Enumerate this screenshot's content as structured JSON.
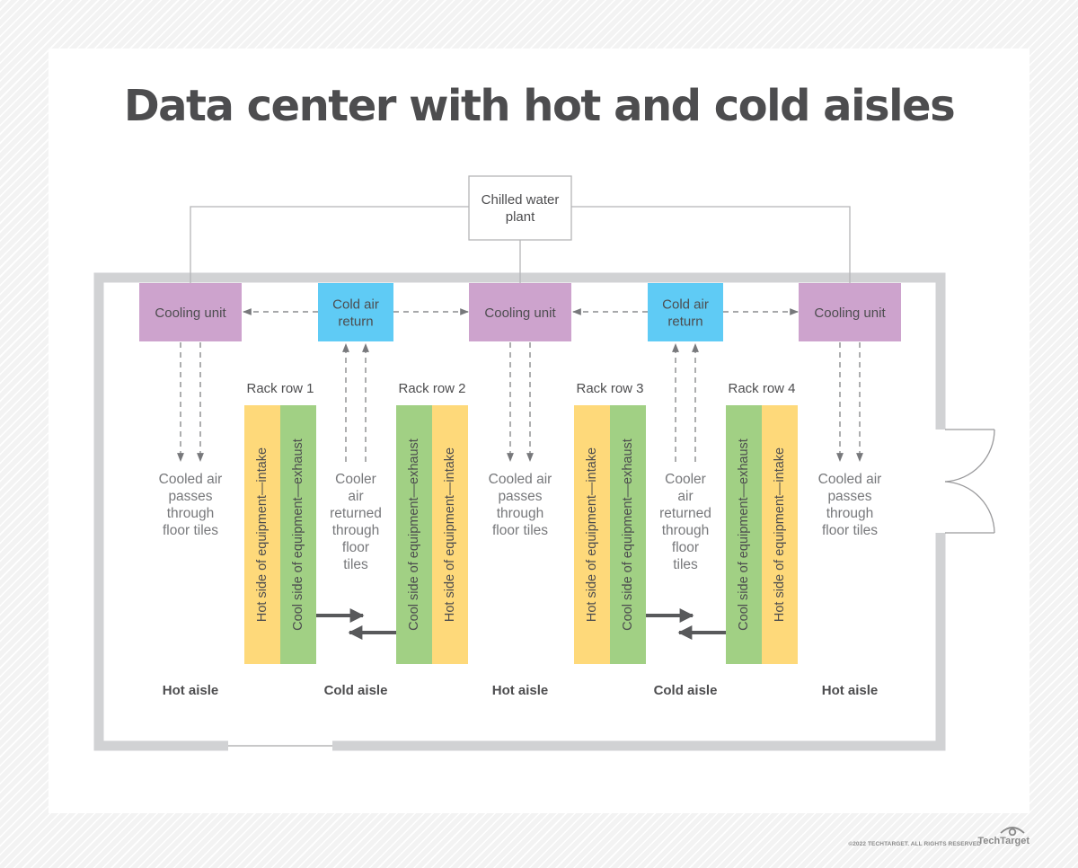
{
  "title": "Data center with hot and cold aisles",
  "colors": {
    "cooling_unit": "#cda3cd",
    "cold_air_return": "#5fcbf5",
    "hot_side": "#fed97a",
    "cool_side": "#a1d084",
    "wall": "#d1d2d4",
    "text": "#4d4d4f",
    "note_text": "#77787b"
  },
  "chilled_water_plant": {
    "lines": [
      "Chilled water",
      "plant"
    ]
  },
  "top_units": [
    {
      "type": "cooling_unit",
      "lines": [
        "Cooling unit"
      ]
    },
    {
      "type": "cold_air_return",
      "lines": [
        "Cold air",
        "return"
      ]
    },
    {
      "type": "cooling_unit",
      "lines": [
        "Cooling unit"
      ]
    },
    {
      "type": "cold_air_return",
      "lines": [
        "Cold air",
        "return"
      ]
    },
    {
      "type": "cooling_unit",
      "lines": [
        "Cooling unit"
      ]
    }
  ],
  "notes": [
    {
      "lines": [
        "Cooled air",
        "passes",
        "through",
        "floor tiles"
      ]
    },
    {
      "lines": [
        "Cooler",
        "air",
        "returned",
        "through",
        "floor",
        "tiles"
      ]
    },
    {
      "lines": [
        "Cooled air",
        "passes",
        "through",
        "floor tiles"
      ]
    },
    {
      "lines": [
        "Cooler",
        "air",
        "returned",
        "through",
        "floor",
        "tiles"
      ]
    },
    {
      "lines": [
        "Cooled air",
        "passes",
        "through",
        "floor tiles"
      ]
    }
  ],
  "rack_rows": [
    {
      "label": "Rack row 1",
      "sides": [
        {
          "kind": "hot",
          "text": "Hot side of equipment—intake"
        },
        {
          "kind": "cool",
          "text": "Cool side of equipment—exhaust"
        }
      ]
    },
    {
      "label": "Rack row 2",
      "sides": [
        {
          "kind": "cool",
          "text": "Cool side of equipment—exhaust"
        },
        {
          "kind": "hot",
          "text": "Hot side of equipment—intake"
        }
      ]
    },
    {
      "label": "Rack row 3",
      "sides": [
        {
          "kind": "hot",
          "text": "Hot side of equipment—intake"
        },
        {
          "kind": "cool",
          "text": "Cool side of equipment—exhaust"
        }
      ]
    },
    {
      "label": "Rack row 4",
      "sides": [
        {
          "kind": "cool",
          "text": "Cool side of equipment—exhaust"
        },
        {
          "kind": "hot",
          "text": "Hot side of equipment—intake"
        }
      ]
    }
  ],
  "aisles": [
    "Hot aisle",
    "Cold aisle",
    "Hot aisle",
    "Cold aisle",
    "Hot aisle"
  ],
  "footer": {
    "copyright": "©2022 TECHTARGET. ALL RIGHTS RESERVED",
    "brand": "TechTarget"
  }
}
